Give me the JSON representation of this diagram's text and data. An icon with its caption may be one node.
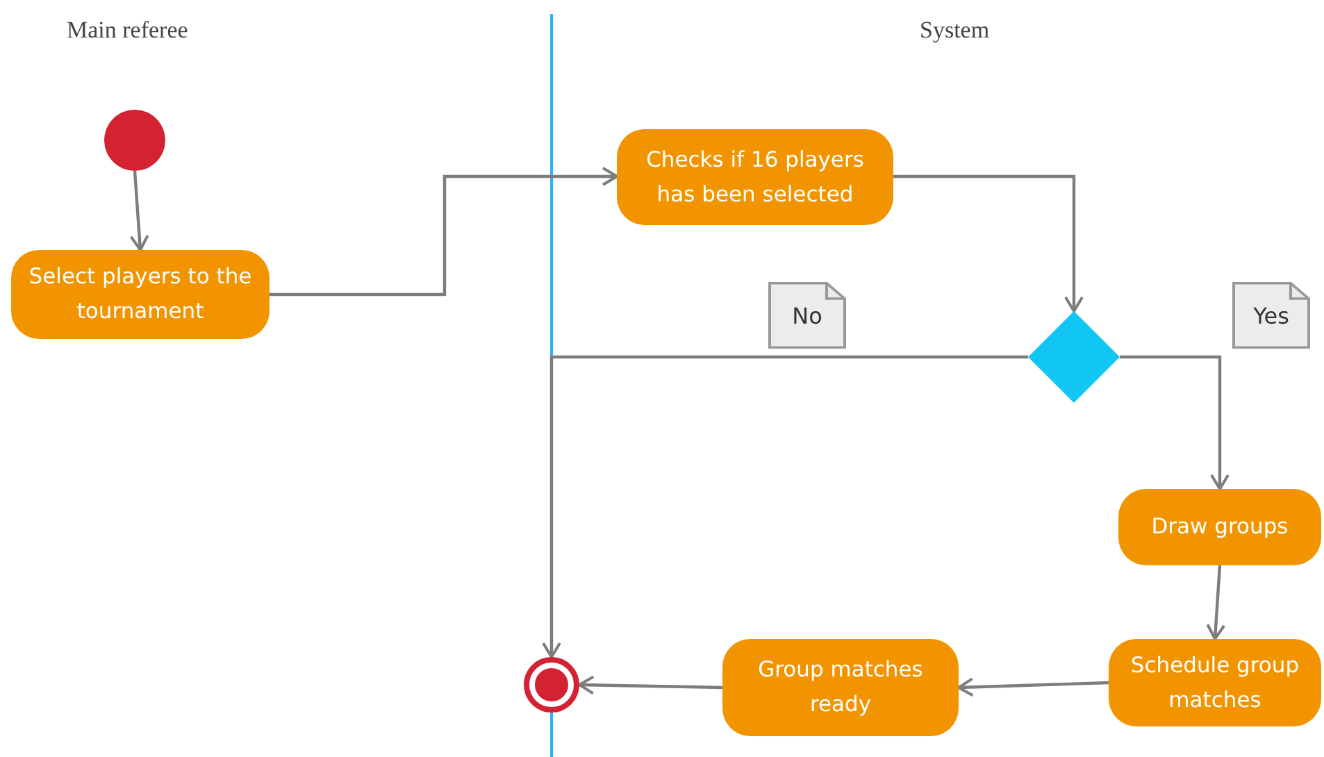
{
  "diagram": {
    "nodes": [
      {
        "text": [],
        "shape": "circle"
      },
      {
        "text": [
          "Select players to the tournament"
        ]
      },
      {
        "text": [
          "Checks if 16 players has been selected"
        ]
      },
      {
        "text": [
          "No"
        ]
      },
      {
        "text": [
          "Yes"
        ]
      },
      {
        "text": [],
        "shape": "diamond"
      },
      {
        "text": [
          "Draw groups"
        ]
      },
      {
        "text": [
          "Schedule group matches"
        ]
      },
      {
        "text": [
          "Group matches ready"
        ]
      },
      {
        "text": [],
        "shape": "circle"
      }
    ],
    "edges": [
      {
        "from": 0,
        "to": 1,
        "arrow": "to"
      },
      {
        "from": 1,
        "to": 2,
        "arrow": "to"
      },
      {
        "from": 2,
        "to": 5,
        "arrow": "to"
      },
      {
        "from": 5,
        "to": 9,
        "arrow": "to"
      },
      {
        "from": 5,
        "to": 6,
        "arrow": "to"
      },
      {
        "from": 6,
        "to": 7,
        "arrow": "to"
      },
      {
        "from": 7,
        "to": 8,
        "arrow": "to"
      },
      {
        "from": 8,
        "to": 9,
        "arrow": "to"
      }
    ],
    "labels": [
      "Main referee",
      "System"
    ]
  }
}
